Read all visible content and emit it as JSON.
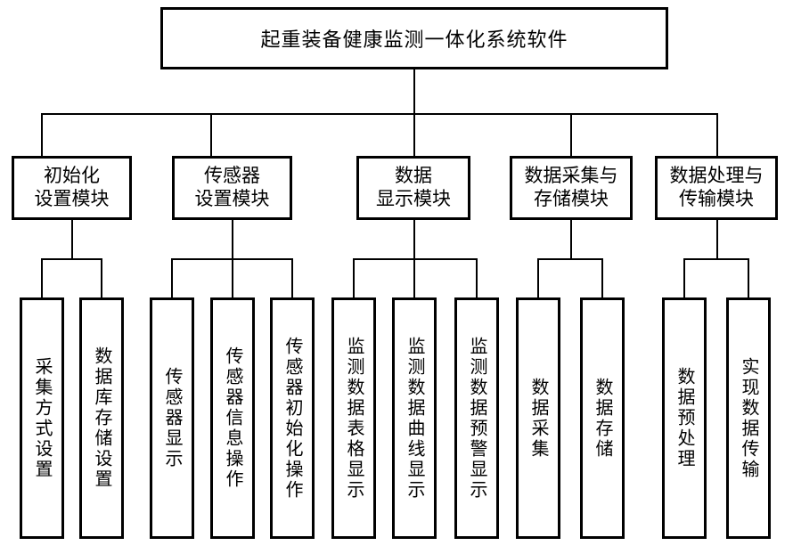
{
  "diagram": {
    "type": "hierarchy-tree",
    "title": "起重装备健康监测一体化系统软件",
    "root": {
      "label": "起重装备健康监测一体化系统软件"
    },
    "modules": [
      {
        "line1": "初始化",
        "line2": "设置模块"
      },
      {
        "line1": "传感器",
        "line2": "设置模块"
      },
      {
        "line1": "数据",
        "line2": "显示模块"
      },
      {
        "line1": "数据采集与",
        "line2": "存储模块"
      },
      {
        "line1": "数据处理与",
        "line2": "传输模块"
      }
    ],
    "leaves": [
      {
        "label": "采集方式设置"
      },
      {
        "label": "数据库存储设置"
      },
      {
        "label": "传感器显示"
      },
      {
        "label": "传感器信息操作"
      },
      {
        "label": "传感器初始化操作"
      },
      {
        "label": "监测数据表格显示"
      },
      {
        "label": "监测数据曲线显示"
      },
      {
        "label": "监测数据预警显示"
      },
      {
        "label": "数据采集"
      },
      {
        "label": "数据存储"
      },
      {
        "label": "数据预处理"
      },
      {
        "label": "实现数据传输"
      }
    ],
    "colors": {
      "stroke": "#000000",
      "fill": "#ffffff",
      "text": "#000000"
    }
  }
}
